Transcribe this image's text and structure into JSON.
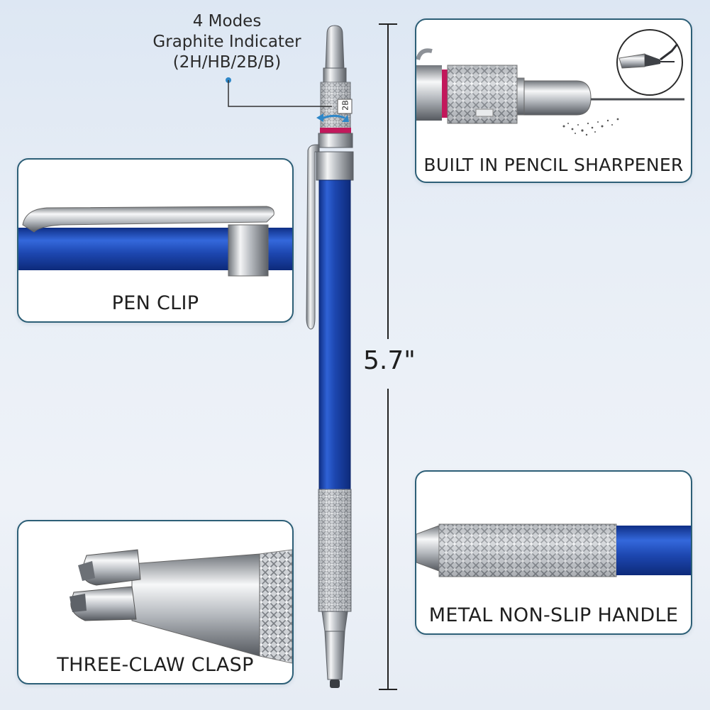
{
  "annotation": {
    "line1": "4 Modes",
    "line2": "Graphite Indicater",
    "line3": "(2H/HB/2B/B)",
    "grade_mark": "2B"
  },
  "dimension": {
    "length_label": "5.7\""
  },
  "panels": {
    "sharpener": {
      "caption": "BUILT IN PENCIL SHARPENER"
    },
    "clip": {
      "caption": "PEN CLIP"
    },
    "handle": {
      "caption": "METAL NON-SLIP HANDLE"
    },
    "clasp": {
      "caption": "THREE-CLAW CLASP"
    }
  },
  "colors": {
    "pencil_blue": "#1d47b0",
    "panel_border": "#2d5f77",
    "indicator_ring": "#c2185b",
    "annotation_dot": "#2e87c8"
  }
}
